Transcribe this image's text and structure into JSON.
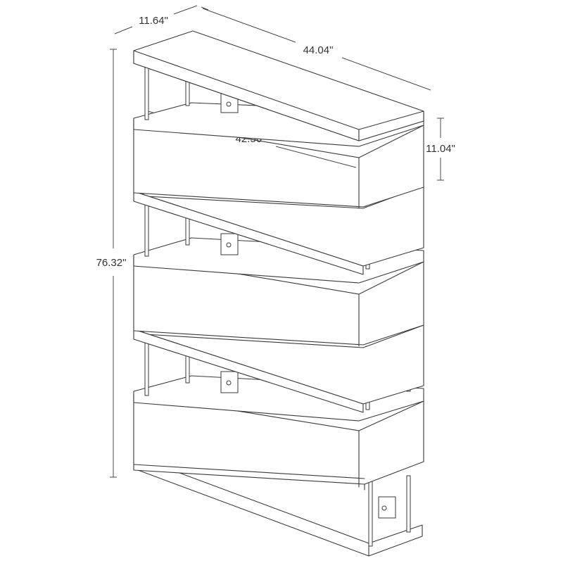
{
  "dimensions": {
    "depth": "11.64\"",
    "width": "44.04\"",
    "inner_width": "42.56\"",
    "shelf_height": "11.04\"",
    "total_height": "76.32\""
  }
}
